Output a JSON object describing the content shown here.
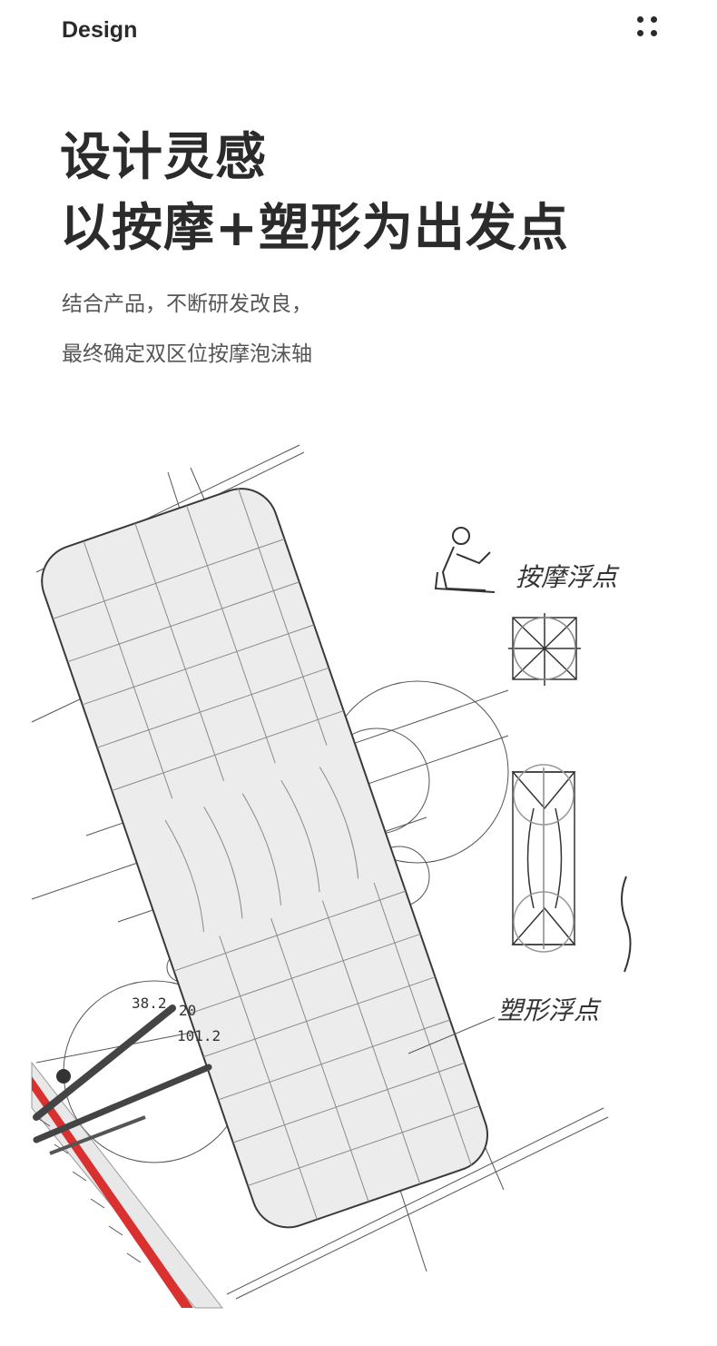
{
  "header": {
    "label": "Design",
    "menu_icon": "four-dots-icon"
  },
  "headline": {
    "line1": "设计灵感",
    "line2": "以按摩+塑形为出发点"
  },
  "description": {
    "line1": "结合产品，不断研发改良，",
    "line2": "最终确定双区位按摩泡沫轴"
  },
  "sketch": {
    "annotation_massage": "按摩浮点",
    "annotation_shaping": "塑形浮点",
    "ruler_labels": [
      "38.2",
      "20",
      "101.2"
    ],
    "colors": {
      "ruler_red": "#d9312f",
      "line": "#3a3a3a",
      "fill": "#ededed"
    }
  }
}
